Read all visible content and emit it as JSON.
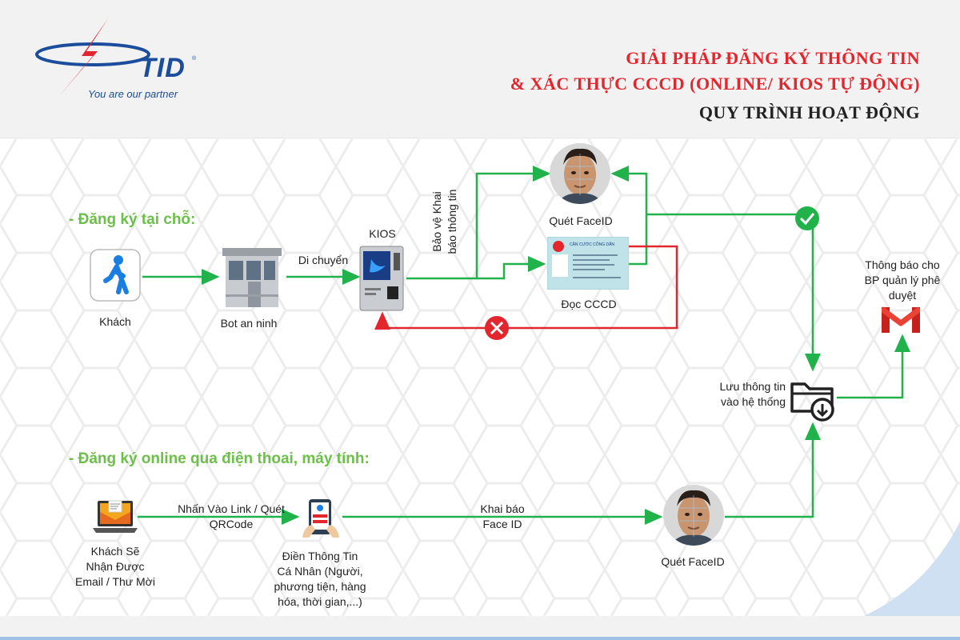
{
  "logo": {
    "brand": "TID",
    "registered": "®",
    "slogan": "You are our partner"
  },
  "header": {
    "title_line1": "GIẢI PHÁP ĐĂNG KÝ THÔNG TIN",
    "title_line2": "& XÁC THỰC CCCD (ONLINE/ KIOS TỰ ĐỘNG)",
    "subtitle": "QUY TRÌNH HOẠT ĐỘNG"
  },
  "sections": {
    "onsite": "- Đăng ký tại chỗ:",
    "online": "- Đăng ký online qua điện thoai, máy tính:"
  },
  "onsite_flow": {
    "guest": "Khách",
    "booth": "Bot an ninh",
    "move_label": "Di chuyển",
    "kiosk": "KIOS",
    "guard_label_1": "Bảo vệ Khai",
    "guard_label_2": "báo thông tin",
    "face_scan": "Quét FaceID",
    "read_id": "Đọc CCCD",
    "id_card_header": "CĂN CƯỚC CÔNG DÂN"
  },
  "storage": {
    "line1": "Lưu thông tin",
    "line2": "vào hệ thống"
  },
  "notify": {
    "line1": "Thông báo cho",
    "line2": "BP quản lý phê",
    "line3": "duyệt"
  },
  "online_flow": {
    "email_line1": "Khách Sẽ",
    "email_line2": "Nhận Được",
    "email_line3": "Email / Thư Mời",
    "click_label_1": "Nhấn Vào Link / Quét",
    "click_label_2": "QRCode",
    "fill_line1": "Điền Thông Tin",
    "fill_line2": "Cá Nhân (Người,",
    "fill_line3": "phương tiện, hàng",
    "fill_line4": "hóa, thời gian,...)",
    "declare_1": "Khai báo",
    "declare_2": "Face ID",
    "face_scan": "Quét FaceID"
  },
  "colors": {
    "green": "#22b24c",
    "red": "#e3262d",
    "accent": "#6cc04a",
    "brand": "#1b4d9c"
  }
}
